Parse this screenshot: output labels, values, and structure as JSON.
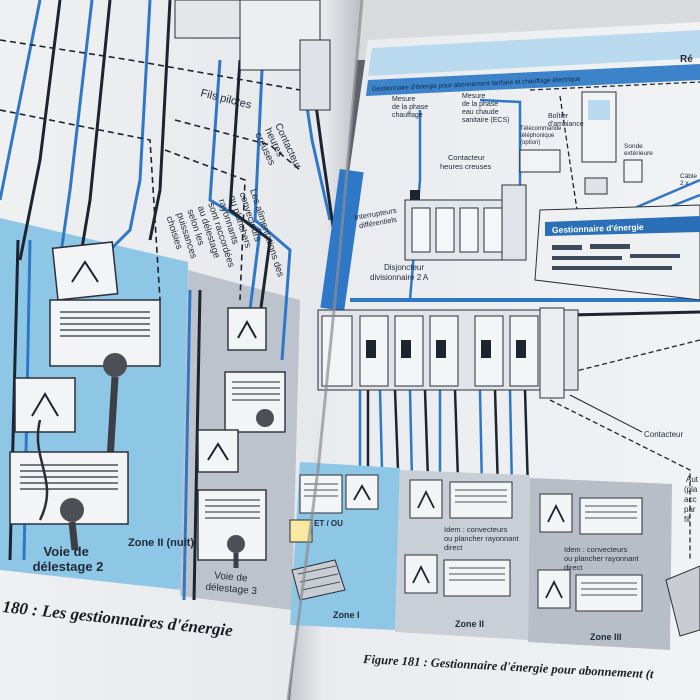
{
  "left_page": {
    "labels": {
      "fils_pilotes": "Fils pilotes",
      "contacteur_hc": [
        "Contacteur",
        "heures",
        "creuses"
      ],
      "note": [
        "Les alimentations des",
        "convecteurs",
        "ou planchers",
        "rayonnants",
        "sont raccordées",
        "au délestage",
        "selon les",
        "puissances",
        "choisies"
      ],
      "zone_nuit": "Zone II (nuit)",
      "voie_2": [
        "Voie de",
        "délestage 2"
      ],
      "voie_3": [
        "Voie de",
        "délestage 3"
      ]
    },
    "caption": "180 : Les gestionnaires d'énergie"
  },
  "right_page": {
    "header_tag": "Ré",
    "title_strip": "Gestionnaire d'énergie pour abonnement tarifaire et chauffage électrique",
    "labels": {
      "mesure_chauffage": [
        "Mesure",
        "de la phase",
        "chauffage"
      ],
      "mesure_ecs": [
        "Mesure",
        "de la phase",
        "eau chaude",
        "sanitaire (ECS)"
      ],
      "boitier": [
        "Boîtier",
        "d'ambiance"
      ],
      "telecommande": [
        "Télécommande",
        "téléphonique",
        "(option)"
      ],
      "sonde": [
        "Sonde",
        "extérieure"
      ],
      "cable": [
        "Câble",
        "2 x"
      ],
      "contacteur_hc": [
        "Contacteur",
        "heures creuses"
      ],
      "interrupteurs": [
        "Interrupteurs",
        "différentiels"
      ],
      "disjoncteur": [
        "Disjoncteur",
        "divisionnaire 2 A"
      ],
      "contacteur": "Contacteur",
      "et_ou": "ET / OU",
      "idem_1": [
        "Idem : convecteurs",
        "ou plancher rayonnant",
        "direct"
      ],
      "idem_2": [
        "Idem : convecteurs",
        "ou plancher rayonnant",
        "direct"
      ],
      "zone1": "Zone I",
      "zone2": "Zone II",
      "zone3": "Zone III",
      "auto": [
        "Aut",
        "(pla",
        "acc",
        "par",
        "fil"
      ]
    },
    "device": {
      "title": "Gestionnaire d'énergie"
    },
    "caption": "Figure 181 : Gestionnaire d'énergie pour abonnement (t"
  },
  "colors": {
    "wire_blue": "#2f78c8",
    "wire_dark": "#1c2430",
    "zone_blue": "#8cc4e4",
    "zone_grey": "#b7bec8",
    "accent": "#2a6fb8"
  }
}
